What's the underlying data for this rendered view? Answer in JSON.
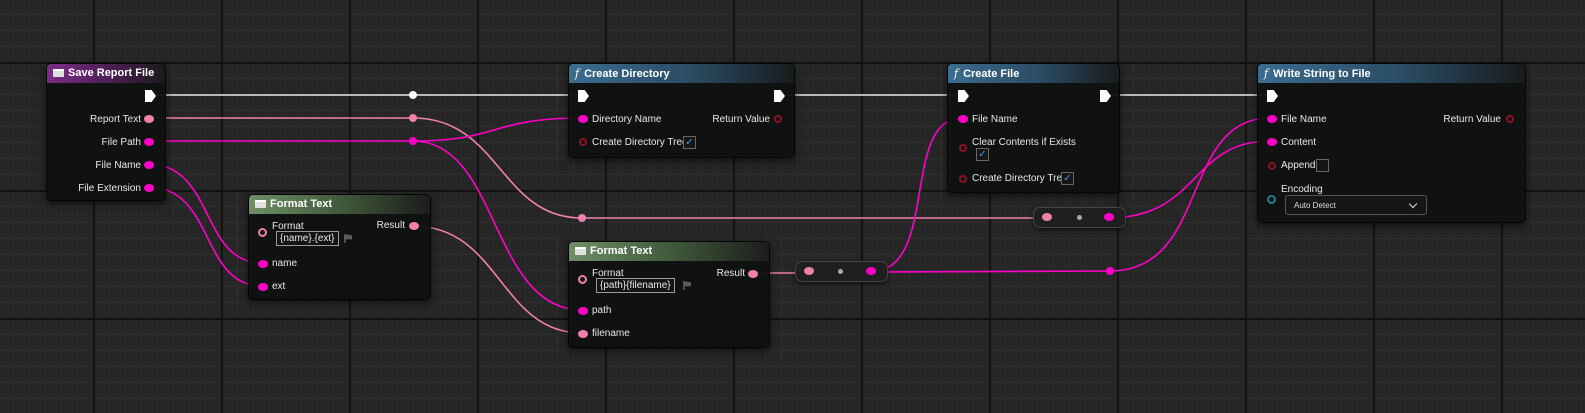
{
  "nodes": {
    "save_report": {
      "title": "Save Report File",
      "pins": {
        "report_text": "Report Text",
        "file_path": "File Path",
        "file_name": "File Name",
        "file_extension": "File Extension"
      }
    },
    "format_text_1": {
      "title": "Format Text",
      "format_label": "Format",
      "format_value": "{name}.{ext}",
      "result_label": "Result",
      "pins": {
        "name": "name",
        "ext": "ext"
      }
    },
    "create_directory": {
      "title": "Create Directory",
      "directory_name": "Directory Name",
      "return_value": "Return Value",
      "create_tree": "Create Directory Tree",
      "create_tree_checked": true
    },
    "format_text_2": {
      "title": "Format Text",
      "format_label": "Format",
      "format_value": "{path}{filename}",
      "result_label": "Result",
      "pins": {
        "path": "path",
        "filename": "filename"
      }
    },
    "create_file": {
      "title": "Create File",
      "file_name": "File Name",
      "clear_contents": "Clear Contents if Exists",
      "clear_contents_checked": true,
      "create_tree": "Create Directory Tree",
      "create_tree_checked": true
    },
    "write_string": {
      "title": "Write String to File",
      "file_name": "File Name",
      "content": "Content",
      "append": "Append",
      "append_checked": false,
      "encoding": "Encoding",
      "encoding_value": "Auto Detect",
      "return_value": "Return Value"
    }
  },
  "colors": {
    "event_header": "#7b2d86",
    "function_header": "#3c6c8f",
    "format_header": "#6f8e67",
    "string_wire": "#f080ac",
    "text_wire": "#ff00c8",
    "exec_wire": "#ffffff"
  },
  "icons": {
    "function": "function-icon",
    "event": "event-icon",
    "format": "format-text-icon"
  }
}
